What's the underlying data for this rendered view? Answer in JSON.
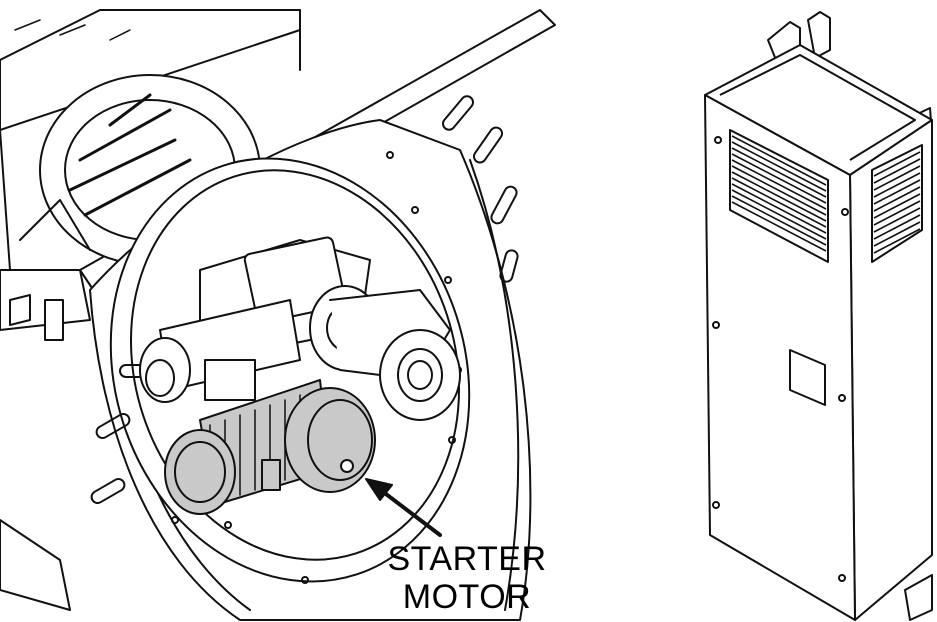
{
  "callout": {
    "line1": "STARTER",
    "line2": "MOTOR"
  },
  "colors": {
    "line": "#111111",
    "motor_fill": "#c9c9c9",
    "background": "#ffffff"
  },
  "icons": [
    "fan-housing-illustration",
    "starter-motor-illustration",
    "arrow-pointer",
    "control-cabinet-illustration"
  ]
}
